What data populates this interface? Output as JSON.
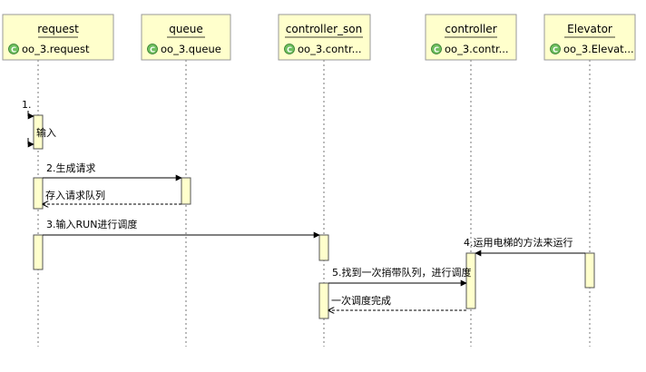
{
  "participants": [
    {
      "name": "request",
      "type": "oo_3.request"
    },
    {
      "name": "queue",
      "type": "oo_3.queue"
    },
    {
      "name": "controller_son",
      "type": "oo_3.contr..."
    },
    {
      "name": "controller",
      "type": "oo_3.contr..."
    },
    {
      "name": "Elevator",
      "type": "oo_3.Elevat..."
    }
  ],
  "class_marker": "C",
  "messages": [
    {
      "label": "1.",
      "from": "request",
      "to": "request",
      "kind": "self-call"
    },
    {
      "label": "输入",
      "from": "request",
      "to": "request",
      "kind": "self-return"
    },
    {
      "label": "2.生成请求",
      "from": "request",
      "to": "queue",
      "kind": "call"
    },
    {
      "label": "存入请求队列",
      "from": "queue",
      "to": "request",
      "kind": "return"
    },
    {
      "label": "3.输入RUN进行调度",
      "from": "request",
      "to": "controller_son",
      "kind": "call"
    },
    {
      "label": "4.运用电梯的方法来运行",
      "from": "Elevator",
      "to": "controller",
      "kind": "call"
    },
    {
      "label": "5.找到一次捎带队列，进行调度",
      "from": "controller_son",
      "to": "controller",
      "kind": "call"
    },
    {
      "label": "一次调度完成",
      "from": "controller",
      "to": "controller_son",
      "kind": "return"
    }
  ],
  "colors": {
    "box_fill": "#ffffcc",
    "activation_fill": "#ffffcc",
    "class_marker_fill": "#6fbf5f",
    "line": "#000000",
    "lifeline": "#777777"
  }
}
